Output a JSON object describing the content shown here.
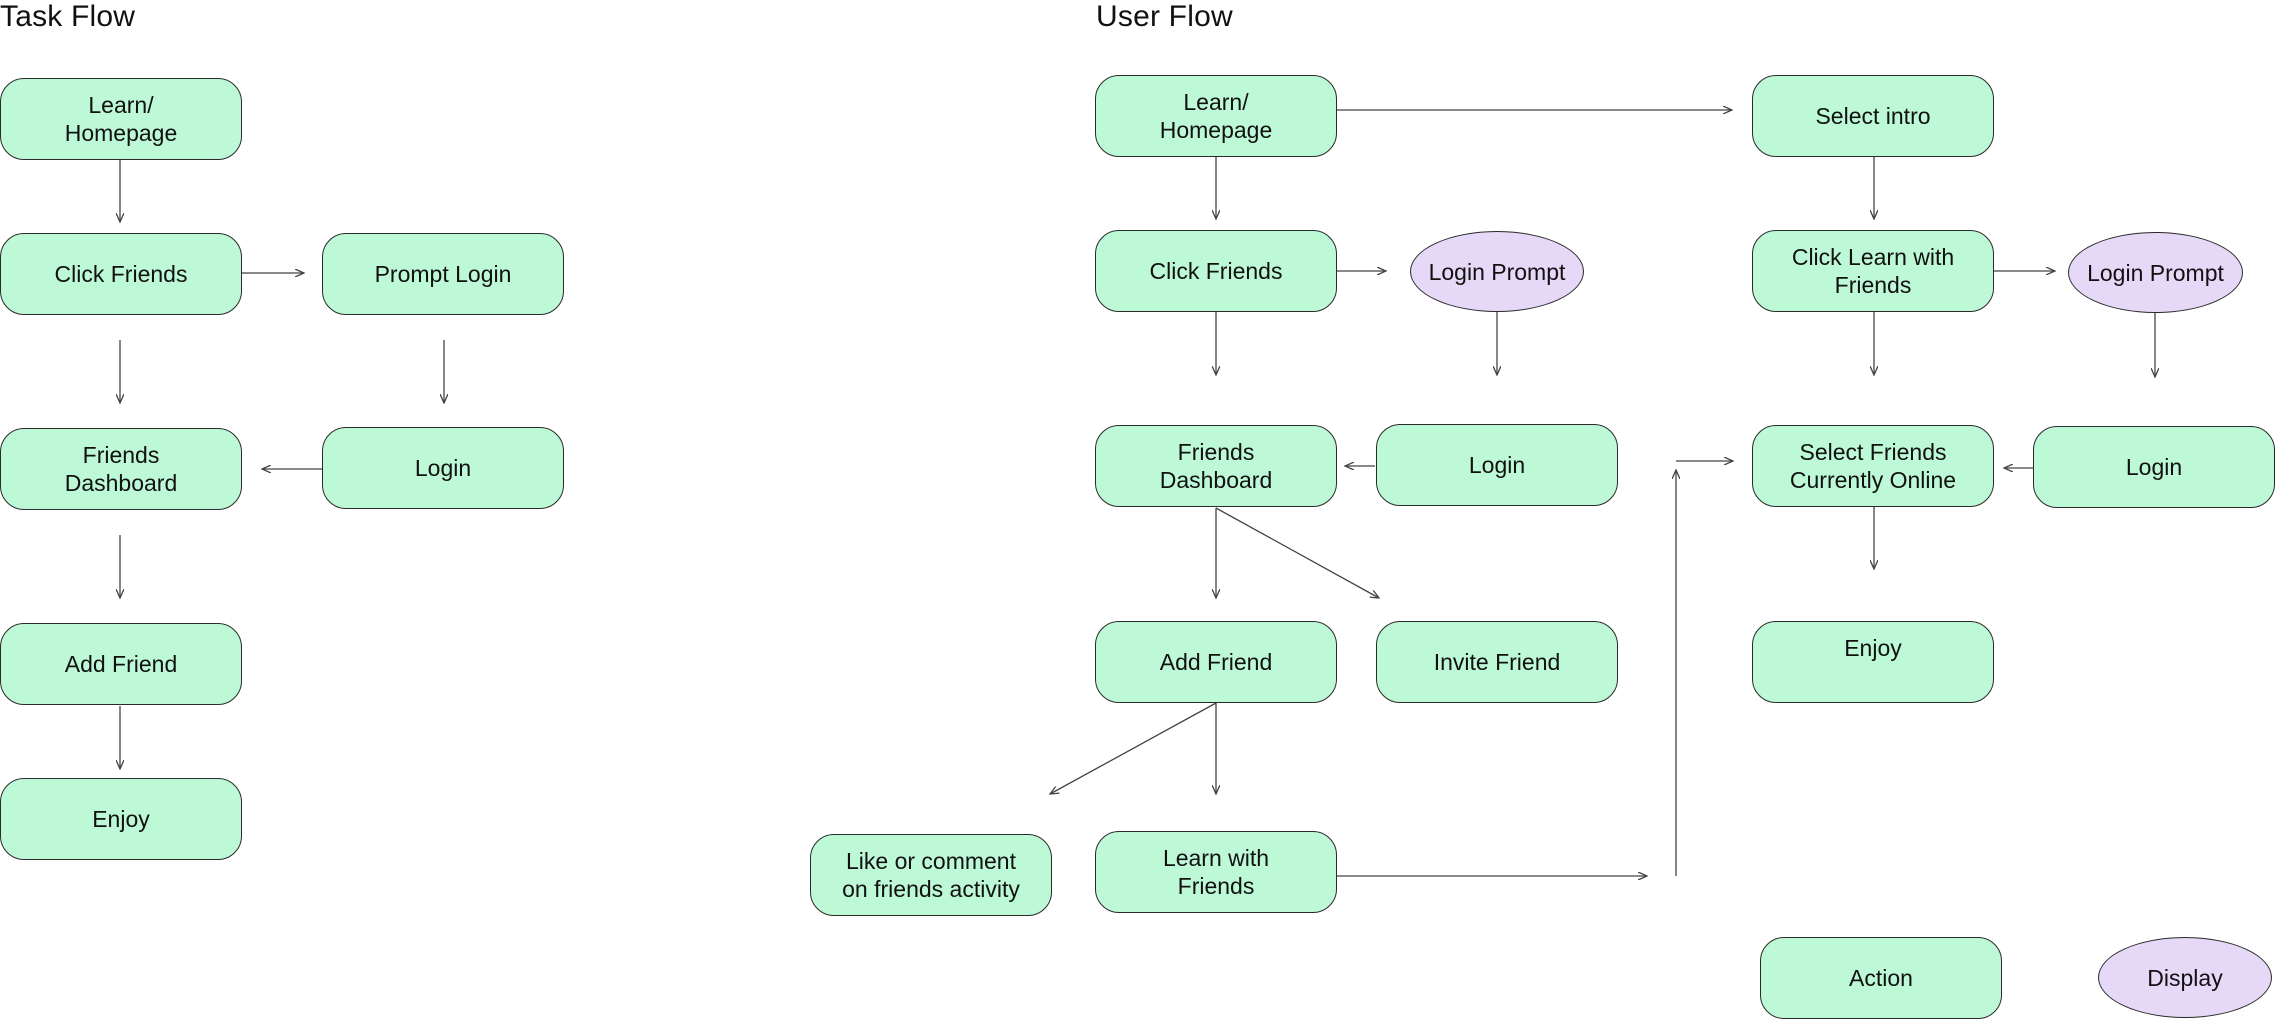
{
  "titles": {
    "task_flow": "Task Flow",
    "user_flow": "User Flow"
  },
  "task_flow": {
    "learn_homepage": "Learn/\nHomepage",
    "click_friends": "Click Friends",
    "prompt_login": "Prompt Login",
    "friends_dashboard": "Friends\nDashboard",
    "login": "Login",
    "add_friend": "Add Friend",
    "enjoy": "Enjoy"
  },
  "user_flow": {
    "learn_homepage": "Learn/\nHomepage",
    "click_friends": "Click Friends",
    "login_prompt_1": "Login Prompt",
    "friends_dashboard": "Friends\nDashboard",
    "login_1": "Login",
    "add_friend": "Add Friend",
    "invite_friend": "Invite Friend",
    "like_comment": "Like or comment\non friends activity",
    "learn_with_friends": "Learn with\nFriends",
    "select_intro": "Select intro",
    "click_learn_with_friends": "Click Learn with\nFriends",
    "login_prompt_2": "Login Prompt",
    "select_friends_online": "Select Friends\nCurrently Online",
    "login_2": "Login",
    "enjoy": "Enjoy"
  },
  "legend": {
    "action": "Action",
    "display": "Display"
  },
  "colors": {
    "action_fill": "#bdf9d6",
    "display_fill": "#e6d8f7",
    "stroke": "#2a2a2a"
  }
}
